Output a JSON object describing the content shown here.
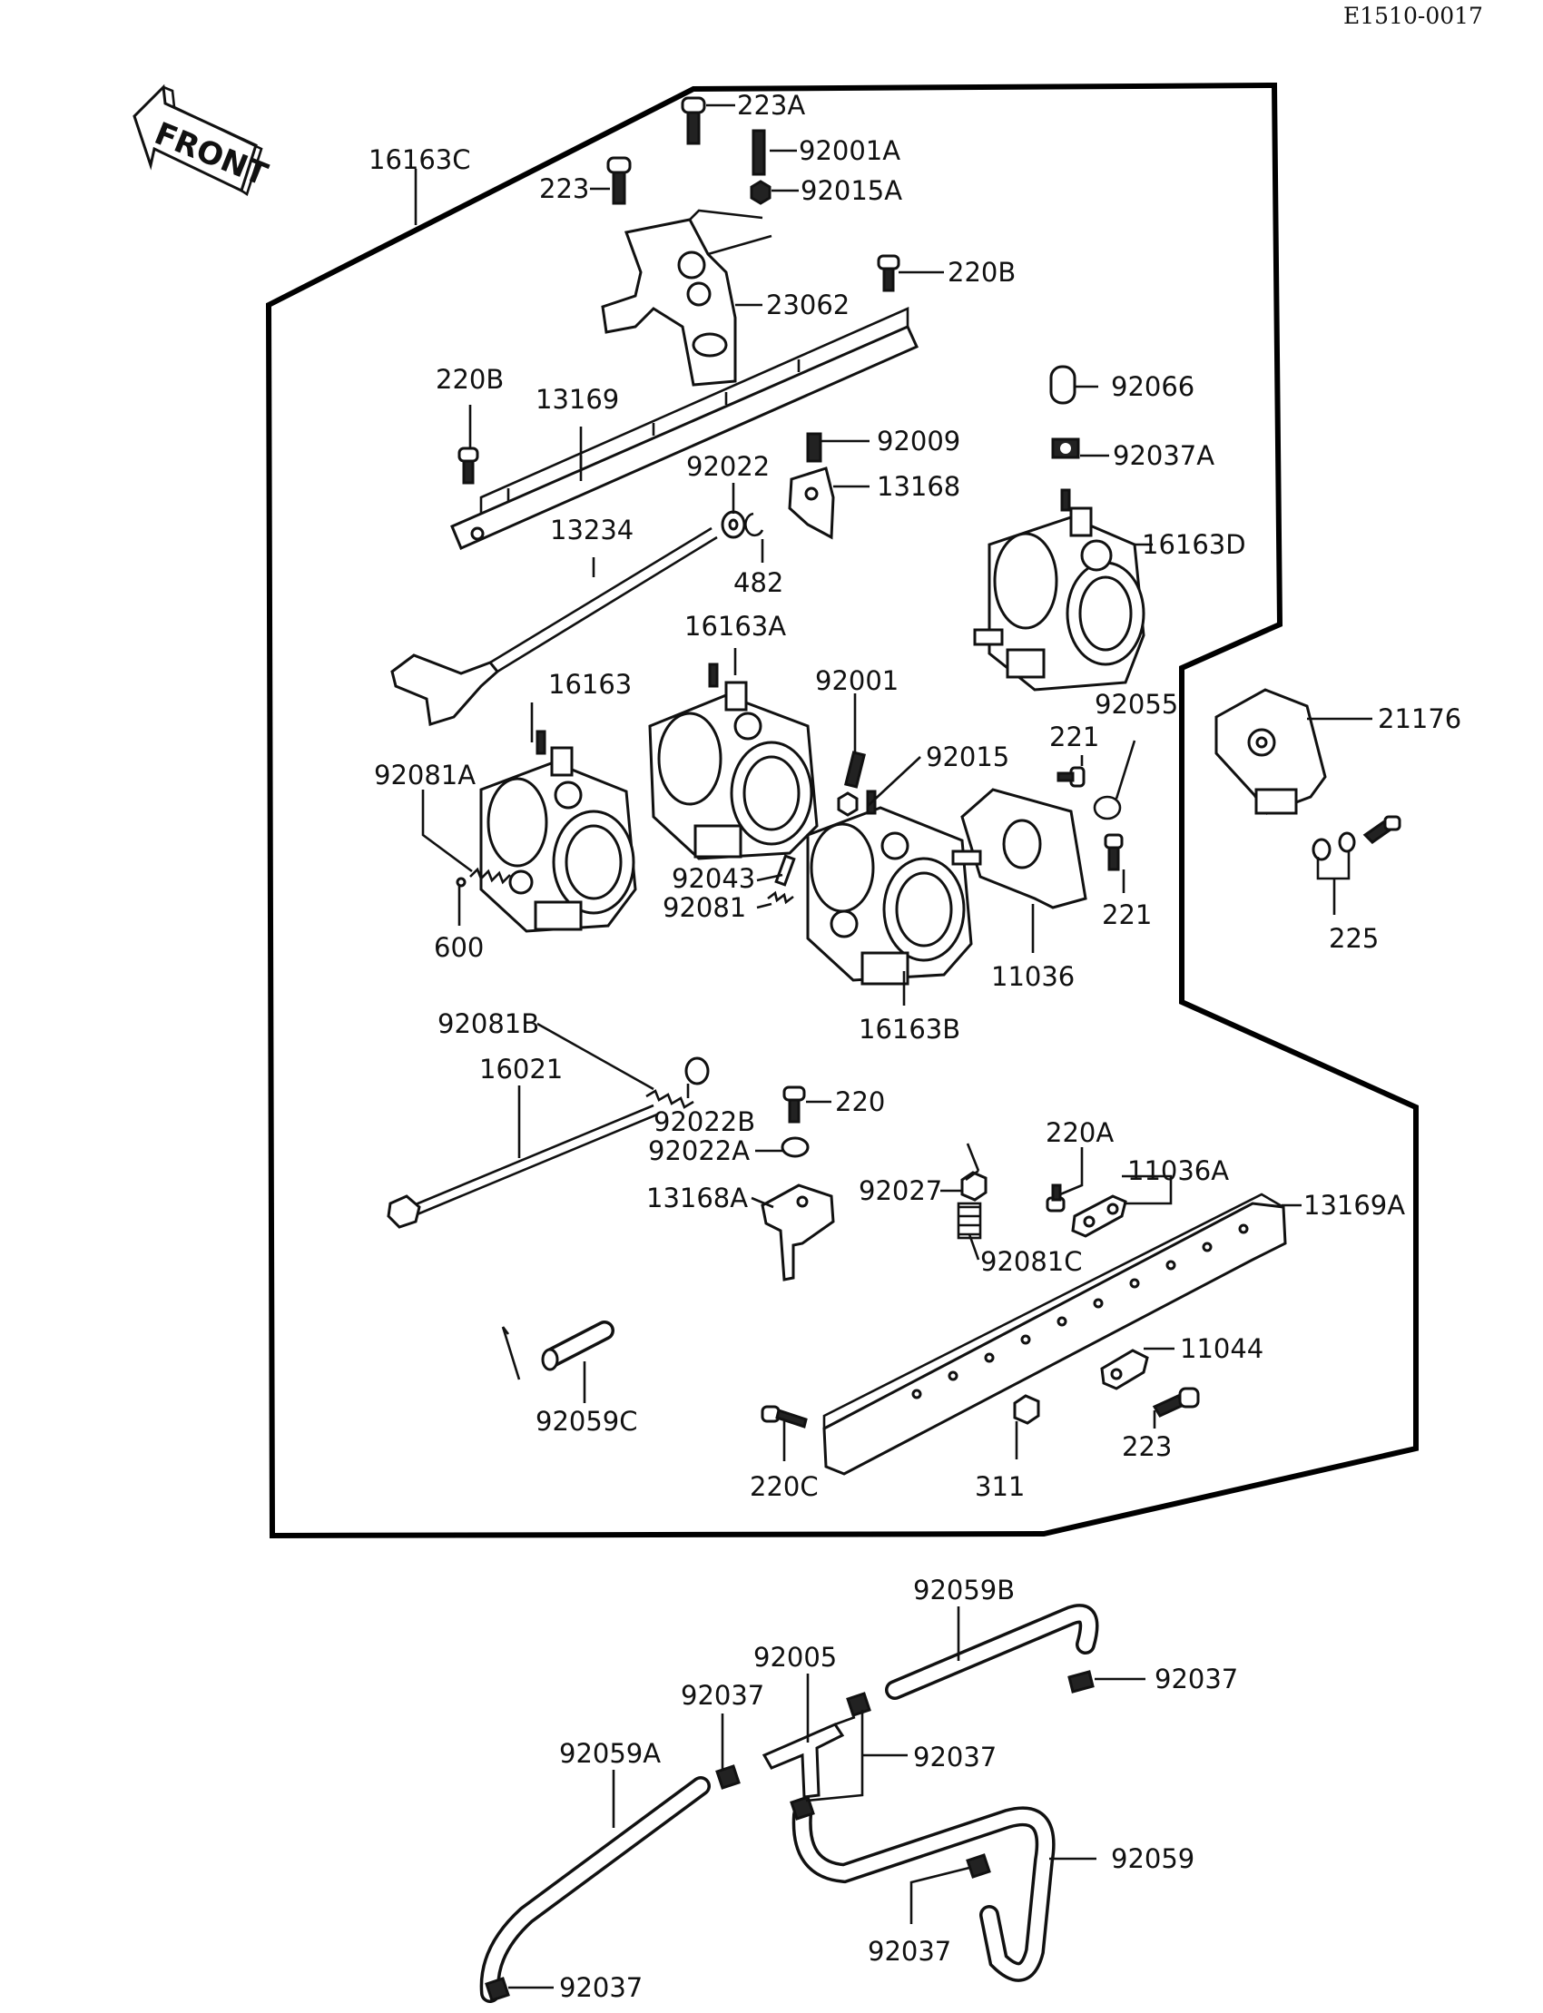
{
  "document": {
    "code": "E1510-0017"
  },
  "orientation": {
    "label": "FRONT"
  },
  "parts": [
    {
      "id": "p_16163C",
      "label": "16163C"
    },
    {
      "id": "p_223A",
      "label": "223A"
    },
    {
      "id": "p_92001A",
      "label": "92001A"
    },
    {
      "id": "p_223_top",
      "label": "223"
    },
    {
      "id": "p_92015A",
      "label": "92015A"
    },
    {
      "id": "p_220B_top",
      "label": "220B"
    },
    {
      "id": "p_23062",
      "label": "23062"
    },
    {
      "id": "p_220B_left",
      "label": "220B"
    },
    {
      "id": "p_13169",
      "label": "13169"
    },
    {
      "id": "p_92066",
      "label": "92066"
    },
    {
      "id": "p_92009",
      "label": "92009"
    },
    {
      "id": "p_92037A",
      "label": "92037A"
    },
    {
      "id": "p_92022",
      "label": "92022"
    },
    {
      "id": "p_13168",
      "label": "13168"
    },
    {
      "id": "p_13234",
      "label": "13234"
    },
    {
      "id": "p_16163D",
      "label": "16163D"
    },
    {
      "id": "p_482",
      "label": "482"
    },
    {
      "id": "p_16163A",
      "label": "16163A"
    },
    {
      "id": "p_16163",
      "label": "16163"
    },
    {
      "id": "p_92001",
      "label": "92001"
    },
    {
      "id": "p_92055",
      "label": "92055"
    },
    {
      "id": "p_21176",
      "label": "21176"
    },
    {
      "id": "p_92081A",
      "label": "92081A"
    },
    {
      "id": "p_92015",
      "label": "92015"
    },
    {
      "id": "p_221_top",
      "label": "221"
    },
    {
      "id": "p_92043",
      "label": "92043"
    },
    {
      "id": "p_92081",
      "label": "92081"
    },
    {
      "id": "p_221_bot",
      "label": "221"
    },
    {
      "id": "p_225",
      "label": "225"
    },
    {
      "id": "p_600",
      "label": "600"
    },
    {
      "id": "p_11036",
      "label": "11036"
    },
    {
      "id": "p_16163B",
      "label": "16163B"
    },
    {
      "id": "p_92081B",
      "label": "92081B"
    },
    {
      "id": "p_16021",
      "label": "16021"
    },
    {
      "id": "p_220",
      "label": "220"
    },
    {
      "id": "p_92022B",
      "label": "92022B"
    },
    {
      "id": "p_220A",
      "label": "220A"
    },
    {
      "id": "p_92022A",
      "label": "92022A"
    },
    {
      "id": "p_11036A",
      "label": "11036A"
    },
    {
      "id": "p_92027",
      "label": "92027"
    },
    {
      "id": "p_13169A",
      "label": "13169A"
    },
    {
      "id": "p_13168A",
      "label": "13168A"
    },
    {
      "id": "p_92081C",
      "label": "92081C"
    },
    {
      "id": "p_11044",
      "label": "11044"
    },
    {
      "id": "p_92059C",
      "label": "92059C"
    },
    {
      "id": "p_223_bot",
      "label": "223"
    },
    {
      "id": "p_220C",
      "label": "220C"
    },
    {
      "id": "p_311",
      "label": "311"
    },
    {
      "id": "p_92059B",
      "label": "92059B"
    },
    {
      "id": "p_92005",
      "label": "92005"
    },
    {
      "id": "p_92037_a",
      "label": "92037"
    },
    {
      "id": "p_92037_b",
      "label": "92037"
    },
    {
      "id": "p_92059A",
      "label": "92059A"
    },
    {
      "id": "p_92037_c",
      "label": "92037"
    },
    {
      "id": "p_92059",
      "label": "92059"
    },
    {
      "id": "p_92037_d",
      "label": "92037"
    },
    {
      "id": "p_92037_e",
      "label": "92037"
    }
  ]
}
